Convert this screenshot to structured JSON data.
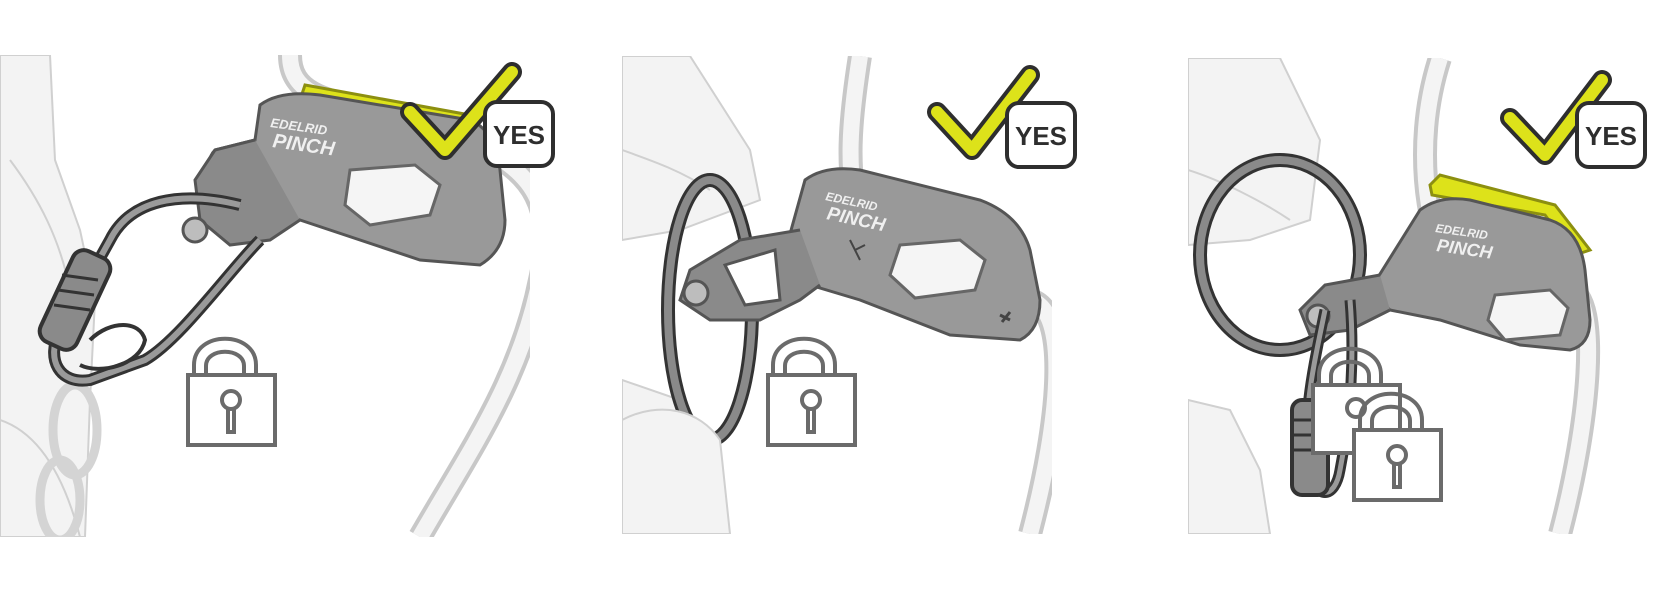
{
  "colors": {
    "check": "#dde21a",
    "device": "#8f8f8f",
    "outline": "#3a3a3a",
    "rope": "#d6d6d6",
    "harness": "#f2f2f2",
    "lock": "#6b6b6b"
  },
  "panels": [
    {
      "badge": "YES",
      "brand_top": "EDELRID",
      "brand_main": "PINCH",
      "lock_icon": "lock-icon",
      "lock_count": 1
    },
    {
      "badge": "YES",
      "brand_top": "EDELRID",
      "brand_main": "PINCH",
      "lock_icon": "lock-icon",
      "lock_count": 1
    },
    {
      "badge": "YES",
      "brand_top": "EDELRID",
      "brand_main": "PINCH",
      "lock_icon": "double-lock-icon",
      "lock_count": 2
    }
  ]
}
